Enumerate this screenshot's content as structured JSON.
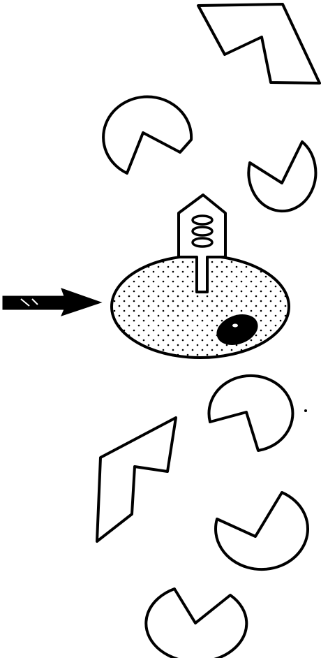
{
  "figure": {
    "ink_color": "#000000",
    "background_color": "#ffffff",
    "stipple_color": "#000000",
    "elements": {
      "arrow": "arrow-icon",
      "central_body": "stippled-ellipse",
      "spot": "dark-spot",
      "probe": "pointed-probe-with-coil",
      "shapes": [
        "parallelogram-cutout",
        "pacman-cutout"
      ]
    }
  }
}
